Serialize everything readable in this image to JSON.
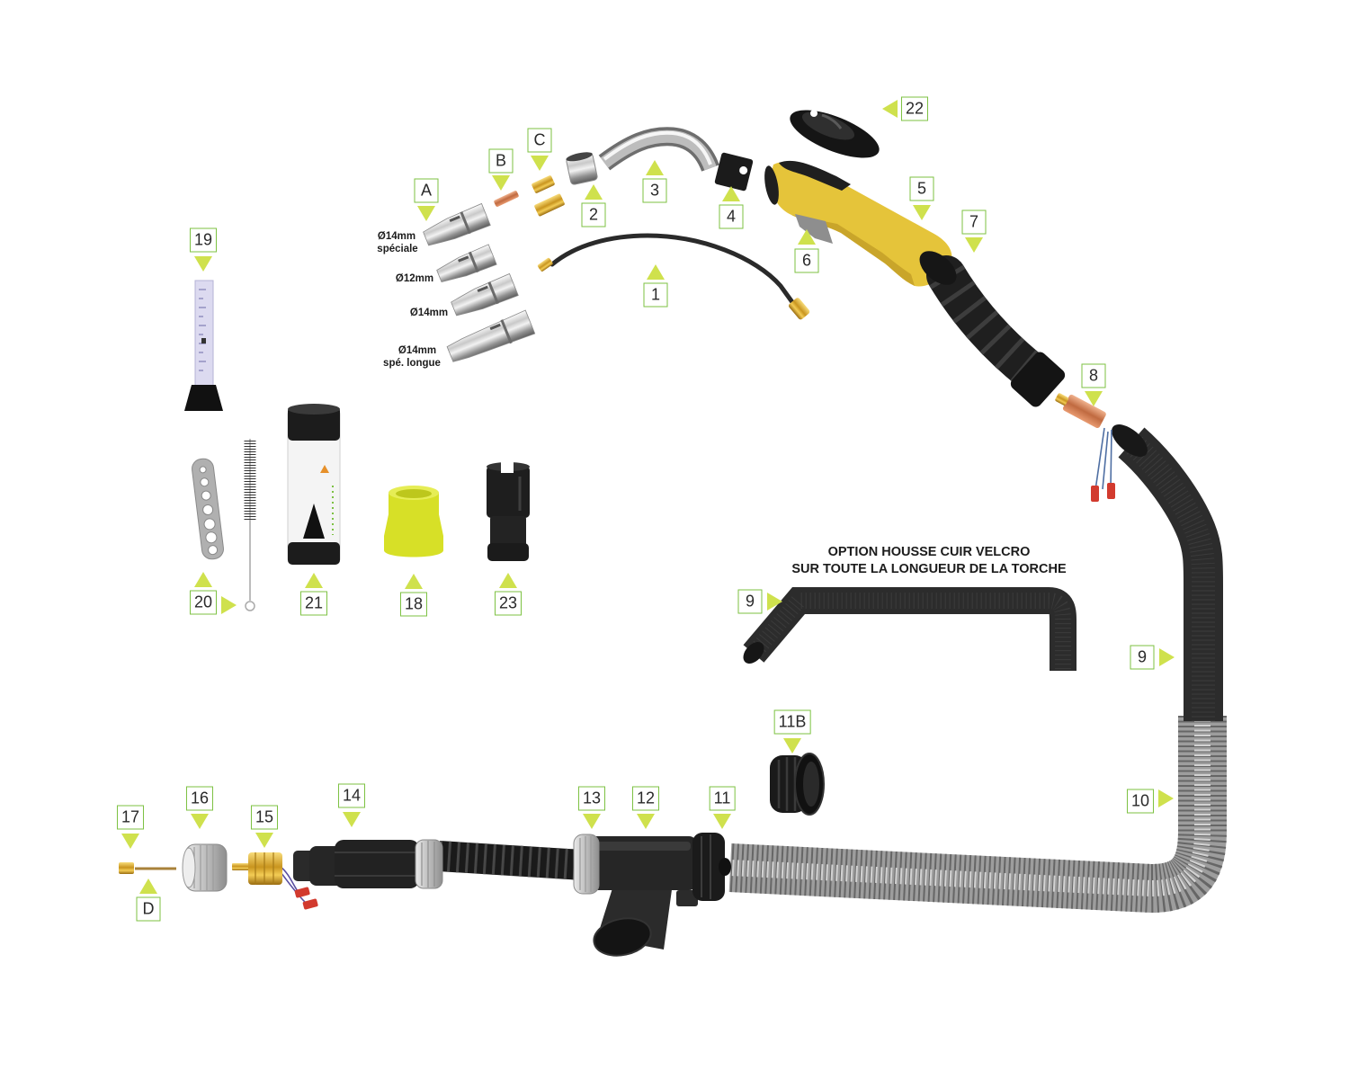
{
  "callouts": {
    "n1": "1",
    "n2": "2",
    "n3": "3",
    "n4": "4",
    "n5": "5",
    "n6": "6",
    "n7": "7",
    "n8": "8",
    "n9": "9",
    "n9_option": "9",
    "n10": "10",
    "n11": "11",
    "n11b": "11B",
    "n12": "12",
    "n13": "13",
    "n14": "14",
    "n15": "15",
    "n16": "16",
    "n17": "17",
    "n18": "18",
    "n19": "19",
    "n20": "20",
    "n21": "21",
    "n22": "22",
    "n23": "23",
    "nA": "A",
    "nB": "B",
    "nC": "C",
    "nD": "D"
  },
  "nozzles": [
    {
      "size": "Ø14mm",
      "variant": "spéciale"
    },
    {
      "size": "Ø12mm"
    },
    {
      "size": "Ø14mm"
    },
    {
      "size": "Ø14mm",
      "variant": "spé. longue"
    }
  ],
  "option_note": {
    "line1": "OPTION HOUSSE CUIR VELCRO",
    "line2": "SUR TOUTE LA LONGUEUR DE LA TORCHE"
  },
  "colors": {
    "callout_border": "#7dc242",
    "arrow": "#cfe14d",
    "handle": "#e5c43a",
    "cone": "#d7e027"
  }
}
